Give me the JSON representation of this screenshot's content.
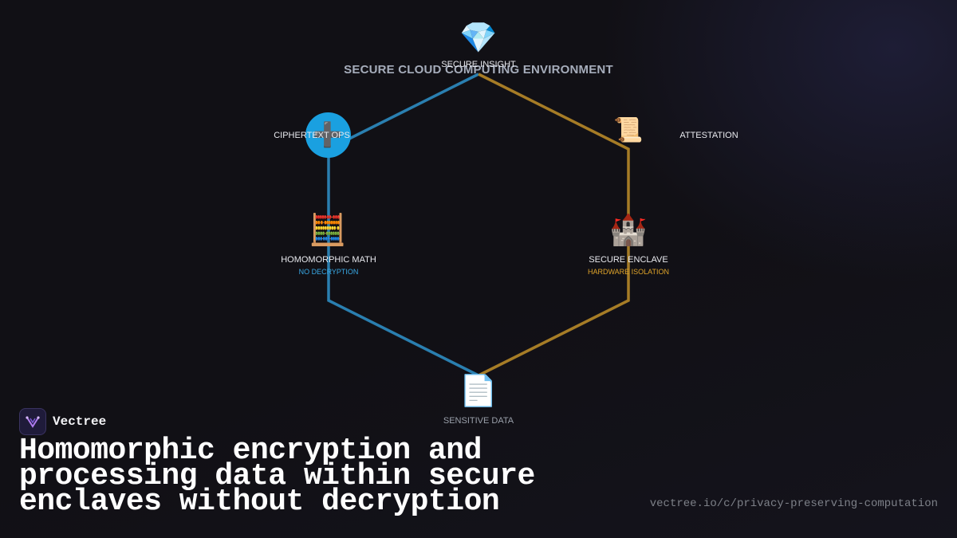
{
  "diagram": {
    "environment_title": "SECURE CLOUD COMPUTING ENVIRONMENT",
    "colors": {
      "left_path": "#2a7fb0",
      "right_path": "#a67c26",
      "left_sub": "#39a9e6",
      "right_sub": "#e0a42a"
    },
    "nodes": {
      "top": {
        "label": "SECURE INSIGHT",
        "icon": "gem-icon",
        "glyph": "💎"
      },
      "cipher_ops": {
        "label": "CIPHERTEXT OPS",
        "icon": "plus-icon",
        "glyph": "➕"
      },
      "attestation": {
        "label": "ATTESTATION",
        "icon": "scroll-icon",
        "glyph": "📜"
      },
      "homomorphic": {
        "label": "HOMOMORPHIC MATH",
        "sublabel": "NO DECRYPTION",
        "icon": "abacus-icon",
        "glyph": "🧮"
      },
      "enclave": {
        "label": "SECURE ENCLAVE",
        "sublabel": "HARDWARE ISOLATION",
        "icon": "castle-icon",
        "glyph": "🏰"
      },
      "bottom": {
        "label": "SENSITIVE DATA",
        "icon": "document-icon",
        "glyph": "📄"
      }
    }
  },
  "brand": {
    "name": "Vectree"
  },
  "headline": "Homomorphic encryption and processing data within secure enclaves without decryption",
  "url": "vectree.io/c/privacy-preserving-computation"
}
